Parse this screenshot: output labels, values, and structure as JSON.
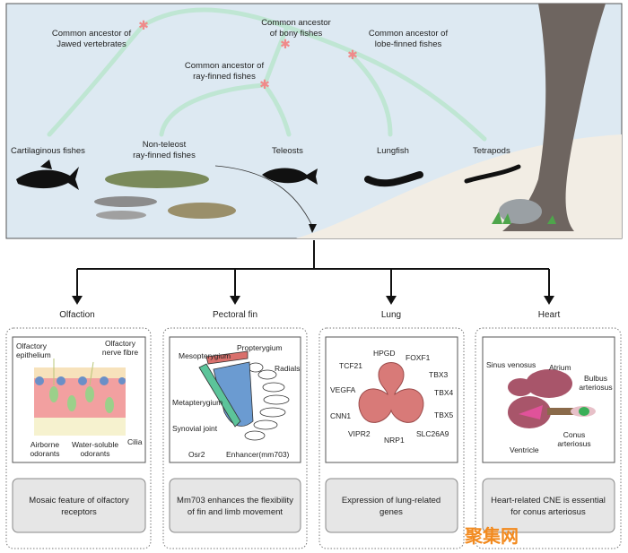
{
  "top": {
    "ancestors": {
      "jawed": [
        "Common ancestor of",
        "Jawed vertebrates"
      ],
      "bony": [
        "Common ancestor",
        "of bony fishes"
      ],
      "lobe": [
        "Common ancestor of",
        "lobe-finned fishes"
      ],
      "ray": [
        "Common ancestor of",
        "ray-finned fishes"
      ]
    },
    "groups": {
      "cartilaginous": "Cartilaginous fishes",
      "nonteleost": [
        "Non-teleost",
        "ray-finned fishes"
      ],
      "teleosts": "Teleosts",
      "lungfish": "Lungfish",
      "tetrapods": "Tetrapods"
    },
    "colors": {
      "background": "#dde9f2",
      "tree": "#bfe6d3",
      "ancestor_star": "#f08a8a",
      "ground": "#f2ede4"
    }
  },
  "panels": [
    {
      "title": "Olfaction",
      "caption": [
        "Mosaic feature of olfactory",
        "receptors"
      ],
      "labels": {
        "epithelium": [
          "Olfactory",
          "epithelium"
        ],
        "nerve": [
          "Olfactory",
          "nerve fibre"
        ],
        "airborne": [
          "Airborne",
          "odorants"
        ],
        "water": [
          "Water-soluble",
          "odorants"
        ],
        "cilia": "Cilia"
      }
    },
    {
      "title": "Pectoral fin",
      "caption": [
        "Mm703 enhances the flexibility",
        "of fin and limb movement"
      ],
      "labels": {
        "meso": "Mesopterygium",
        "pro": "Propterygium",
        "radials": "Radials",
        "meta": "Metapterygium",
        "synovial": "Synovial joint",
        "osr2": "Osr2",
        "enhancer": "Enhancer(mm703)"
      }
    },
    {
      "title": "Lung",
      "caption": [
        "Expression of lung-related",
        "genes"
      ],
      "genes": [
        "HPGD",
        "FOXF1",
        "TCF21",
        "TBX3",
        "VEGFA",
        "TBX4",
        "CNN1",
        "TBX5",
        "VIPR2",
        "NRP1",
        "SLC26A9"
      ]
    },
    {
      "title": "Heart",
      "caption": [
        "Heart-related CNE is essential",
        "for conus arteriosus"
      ],
      "labels": {
        "sinus": "Sinus venosus",
        "atrium": "Atrium",
        "bulbus": [
          "Bulbus",
          "arteriosus"
        ],
        "ventricle": "Ventricle",
        "conus": [
          "Conus",
          "arteriosus"
        ]
      }
    }
  ],
  "watermark": "聚集网"
}
